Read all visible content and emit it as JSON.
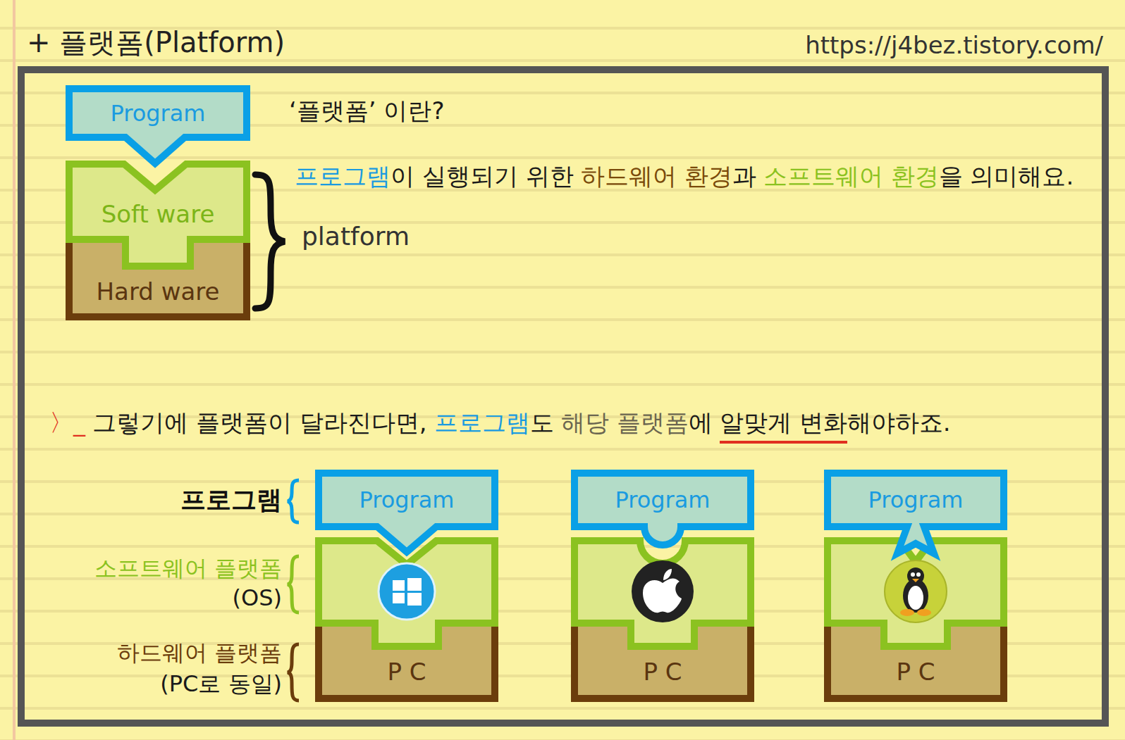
{
  "diagram": {
    "title": "+ 플랫폼(Platform)",
    "nodes": [
      {
        "text": [
          "Program"
        ]
      },
      {
        "text": [
          "Soft ware"
        ]
      },
      {
        "text": [
          "Hard ware"
        ]
      },
      {
        "text": [
          "Program"
        ]
      },
      {
        "text": [
          "Program"
        ]
      },
      {
        "text": [
          "Program"
        ]
      },
      {
        "text": [
          "P C"
        ]
      },
      {
        "text": [
          "P C"
        ]
      },
      {
        "text": [
          "P C"
        ]
      }
    ],
    "labels": [
      "‘플랫폼’ 이란?",
      "프로그램",
      "이 실행되기 위한",
      "하드웨어 환경",
      "과",
      "소프트웨어 환경",
      "을 의미해요.",
      "platform",
      "〉_",
      "그렇기에 플랫폼이 달라진다면,",
      "프로그램",
      "도",
      "해당 플랫폼",
      "에",
      "알맞게 변화",
      "해야하죠.",
      "프로그램",
      "소프트웨어 플랫폼",
      "(OS)",
      "하드웨어 플랫폼",
      "(PC로 동일)",
      "https://j4bez.tistory.com/"
    ]
  }
}
